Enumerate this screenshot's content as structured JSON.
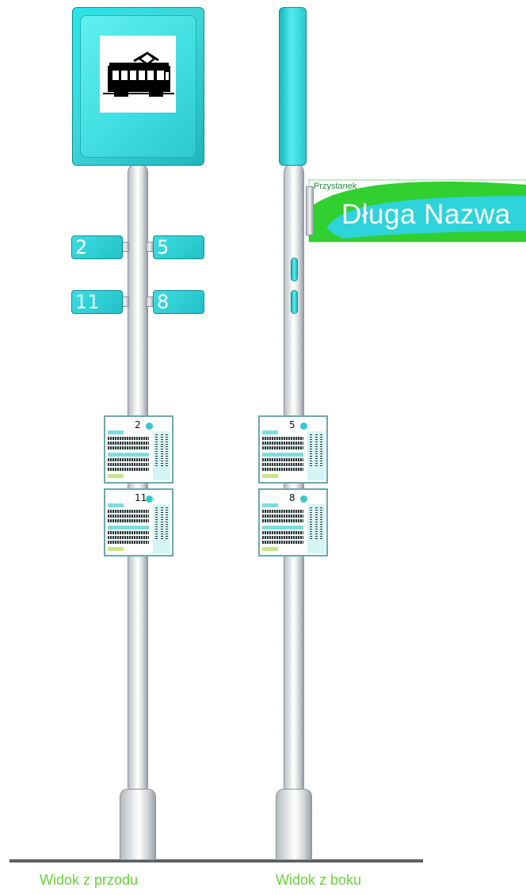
{
  "views": {
    "front": {
      "caption": "Widok z przodu"
    },
    "side": {
      "caption": "Widok z boku"
    }
  },
  "route_plates": {
    "top_left": "2",
    "top_right": "5",
    "bottom_left": "11",
    "bottom_right": "8"
  },
  "name_sign": {
    "label": "Przystanek",
    "stop_name": "Długa Nazwa"
  },
  "timetables": {
    "front_upper": "2",
    "front_lower": "11",
    "side_upper": "5",
    "side_lower": "8"
  },
  "pictogram": "tram-icon",
  "colors": {
    "sign_cyan": "#3fd6d8",
    "name_sign_green": "#2ecc2e",
    "caption_green": "#6ccf3a",
    "ground": "#5b5e62"
  }
}
